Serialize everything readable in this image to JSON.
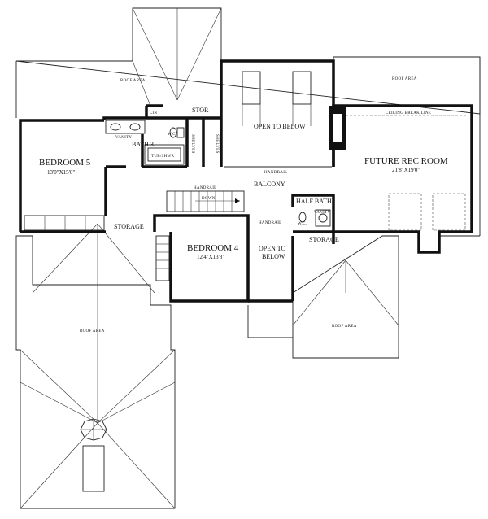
{
  "rooms": {
    "bedroom5": {
      "name": "BEDROOM 5",
      "dims": "13'0\"X15'0\""
    },
    "bedroom4": {
      "name": "BEDROOM 4",
      "dims": "12'4\"X13'8\""
    },
    "rec_room": {
      "name": "FUTURE REC ROOM",
      "dims": "21'8\"X19'0\""
    },
    "bath3": "BATH 3",
    "half_bath": "HALF BATH",
    "open_to_below_top": "OPEN TO BELOW",
    "open_to_below_lower": [
      "OPEN TO",
      "BELOW"
    ],
    "balcony": "BALCONY"
  },
  "labels": {
    "roof_area": "ROOF AREA",
    "stor": "STOR",
    "storage": "STORAGE",
    "lin": "LIN",
    "vanity": "VANITY",
    "wc": "W.C.",
    "tub_shwr": "TUB/SHWR",
    "shelves": "SHELVES",
    "handrail": "HANDRAIL",
    "down": "DOWN",
    "ceiling_break_line": "CEILING BREAK LINE"
  }
}
